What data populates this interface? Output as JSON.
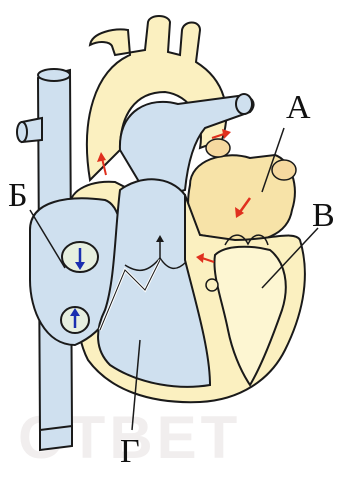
{
  "labels": {
    "a": "А",
    "b": "Б",
    "v": "В",
    "g": "Г"
  },
  "watermark": "ОТВЕТ",
  "colors": {
    "oxygenated_fill": "#fbf0c0",
    "deoxygenated_fill": "#cfe0ef",
    "outline": "#1a1a1a",
    "arrow_red": "#e0301e",
    "arrow_blue": "#1a2fb0"
  }
}
